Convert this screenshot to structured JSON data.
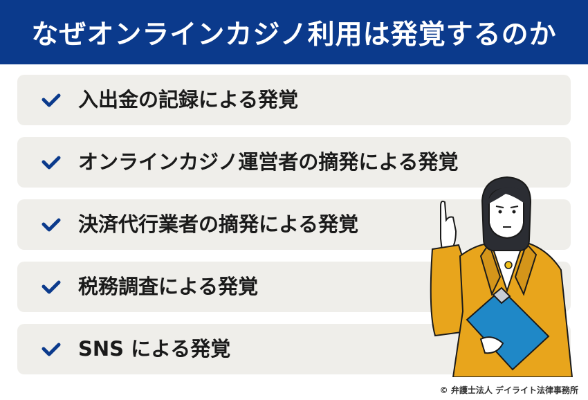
{
  "header": {
    "title": "なぜオンラインカジノ利用は発覚するのか"
  },
  "items": [
    {
      "label": "入出金の記録による発覚"
    },
    {
      "label": "オンラインカジノ運営者の摘発による発覚"
    },
    {
      "label": "決済代行業者の摘発による発覚"
    },
    {
      "label": "税務調査による発覚"
    },
    {
      "label": "SNS による発覚"
    }
  ],
  "credit": "© 弁護士法人 デイライト法律事務所",
  "colors": {
    "header_bg": "#0b3a8c",
    "item_bg": "#efeeea",
    "check": "#0b3a8c",
    "jacket": "#e8a51c",
    "clipboard": "#1f88c7"
  },
  "icons": {
    "check": "check-icon"
  }
}
